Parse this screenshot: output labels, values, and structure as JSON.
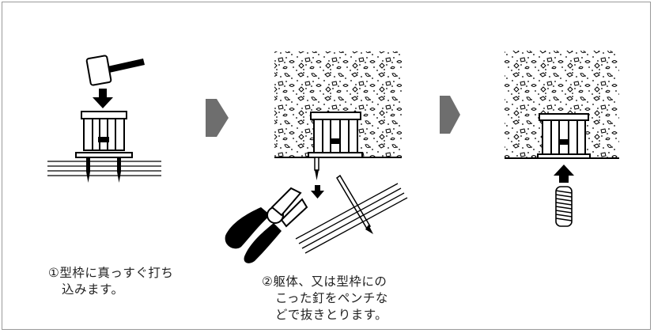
{
  "steps": [
    {
      "caption_lines": [
        "①型枠に真っすぐ打ち",
        "込みます。"
      ]
    },
    {
      "caption_lines": [
        "②躯体、又は型枠にの",
        "こった釘をペンチな",
        "どで抜きとります。"
      ]
    },
    {
      "caption_lines": []
    }
  ],
  "colors": {
    "arrow_gray": "#6e6e6e",
    "line": "#000000",
    "frame_border": "#9a9a9a"
  },
  "icons": [
    "hammer-icon",
    "pliers-icon",
    "nail-icon",
    "down-arrow-icon",
    "up-arrow-icon",
    "spring-icon",
    "step-arrow-icon"
  ]
}
